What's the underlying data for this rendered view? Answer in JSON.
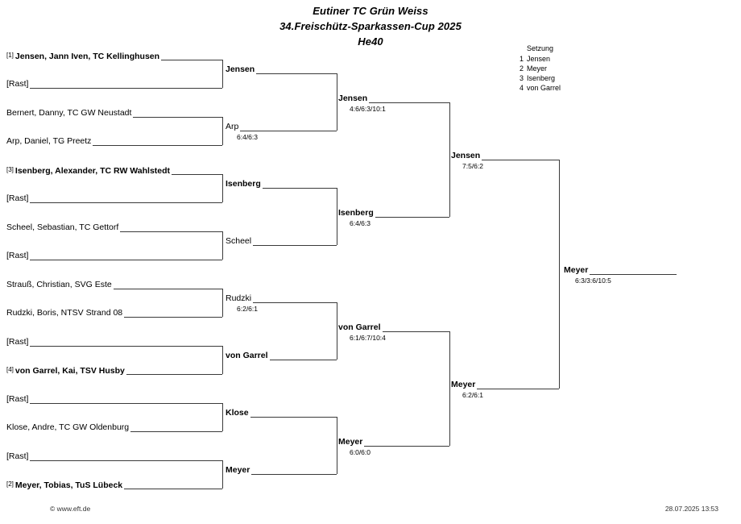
{
  "header": {
    "line1": "Eutiner TC Grün Weiss",
    "line2": "34.Freischütz-Sparkassen-Cup 2025",
    "line3": "He40"
  },
  "seeding": {
    "title": "Setzung",
    "entries": [
      {
        "num": "1",
        "name": "Jensen"
      },
      {
        "num": "2",
        "name": "Meyer"
      },
      {
        "num": "3",
        "name": "Isenberg"
      },
      {
        "num": "4",
        "name": "von Garrel"
      }
    ]
  },
  "bracket": {
    "round1": [
      {
        "seed": "[1]",
        "name": "Jensen, Jann Iven, TC Kellinghusen",
        "bold": true,
        "score": ""
      },
      {
        "seed": "",
        "name": "[Rast]",
        "bold": false,
        "score": ""
      },
      {
        "seed": "",
        "name": "Bernert, Danny, TC GW Neustadt",
        "bold": false,
        "score": ""
      },
      {
        "seed": "",
        "name": "Arp, Daniel, TG Preetz",
        "bold": false,
        "score": ""
      },
      {
        "seed": "[3]",
        "name": "Isenberg, Alexander, TC RW Wahlstedt",
        "bold": true,
        "score": ""
      },
      {
        "seed": "",
        "name": "[Rast]",
        "bold": false,
        "score": ""
      },
      {
        "seed": "",
        "name": "Scheel, Sebastian, TC Gettorf",
        "bold": false,
        "score": ""
      },
      {
        "seed": "",
        "name": "[Rast]",
        "bold": false,
        "score": ""
      },
      {
        "seed": "",
        "name": "Strauß, Christian, SVG Este",
        "bold": false,
        "score": ""
      },
      {
        "seed": "",
        "name": "Rudzki, Boris, NTSV Strand 08",
        "bold": false,
        "score": ""
      },
      {
        "seed": "",
        "name": "[Rast]",
        "bold": false,
        "score": ""
      },
      {
        "seed": "[4]",
        "name": "von Garrel, Kai, TSV Husby",
        "bold": true,
        "score": ""
      },
      {
        "seed": "",
        "name": "[Rast]",
        "bold": false,
        "score": ""
      },
      {
        "seed": "",
        "name": "Klose, Andre, TC GW Oldenburg",
        "bold": false,
        "score": ""
      },
      {
        "seed": "",
        "name": "[Rast]",
        "bold": false,
        "score": ""
      },
      {
        "seed": "[2]",
        "name": "Meyer, Tobias, TuS Lübeck",
        "bold": true,
        "score": ""
      }
    ],
    "round2": [
      {
        "name": "Jensen",
        "bold": true,
        "score": ""
      },
      {
        "name": "Arp",
        "bold": false,
        "score": "6:4/6:3"
      },
      {
        "name": "Isenberg",
        "bold": true,
        "score": ""
      },
      {
        "name": "Scheel",
        "bold": false,
        "score": ""
      },
      {
        "name": "Rudzki",
        "bold": false,
        "score": "6:2/6:1"
      },
      {
        "name": "von Garrel",
        "bold": true,
        "score": ""
      },
      {
        "name": "Klose",
        "bold": true,
        "score": ""
      },
      {
        "name": "Meyer",
        "bold": true,
        "score": ""
      }
    ],
    "round3": [
      {
        "name": "Jensen",
        "bold": true,
        "score": "4:6/6:3/10:1"
      },
      {
        "name": "Isenberg",
        "bold": true,
        "score": "6:4/6:3"
      },
      {
        "name": "von Garrel",
        "bold": true,
        "score": "6:1/6:7/10:4"
      },
      {
        "name": "Meyer",
        "bold": true,
        "score": "6:0/6:0"
      }
    ],
    "semifinal": [
      {
        "name": "Jensen",
        "bold": true,
        "score": "7:5/6:2"
      },
      {
        "name": "Meyer",
        "bold": true,
        "score": "6:2/6:1"
      }
    ],
    "final": [
      {
        "name": "Meyer",
        "bold": true,
        "score": "6:3/3:6/10:5"
      }
    ]
  },
  "footer": {
    "copyright": "© www.eft.de",
    "timestamp": "28.07.2025 13:53"
  }
}
